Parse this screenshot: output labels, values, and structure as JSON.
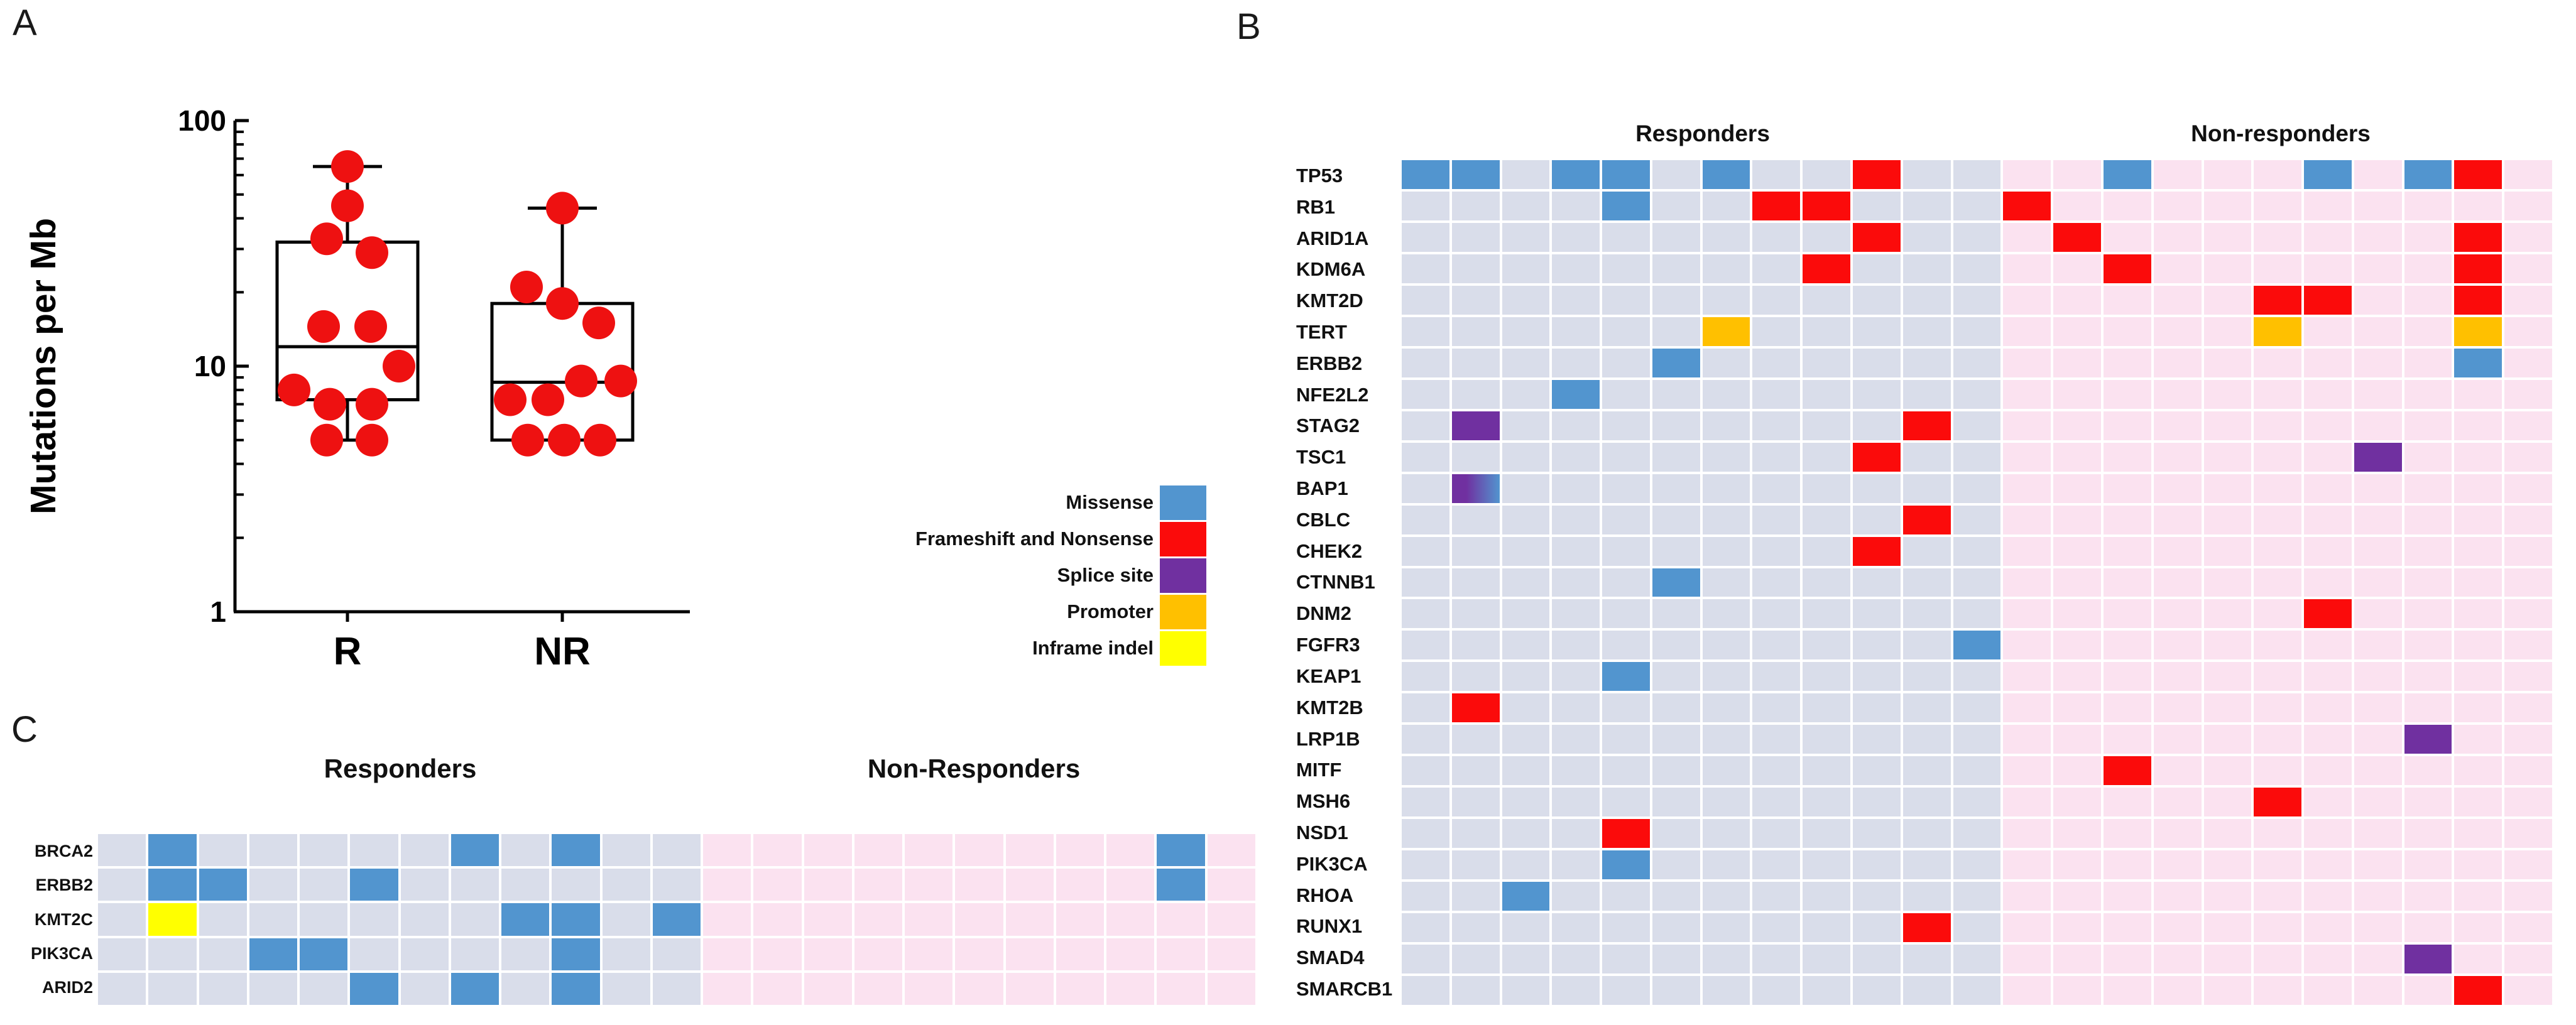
{
  "figure": {
    "panel_a_label": "A",
    "panel_b_label": "B",
    "panel_c_label": "C"
  },
  "legend": {
    "items": [
      {
        "key": "M",
        "label": "Missense",
        "color": "#5295CF"
      },
      {
        "key": "F",
        "label": "Frameshift and Nonsense",
        "color": "#FB0B0B"
      },
      {
        "key": "S",
        "label": "Splice site",
        "color": "#7030A0"
      },
      {
        "key": "P",
        "label": "Promoter",
        "color": "#FFC000"
      },
      {
        "key": "Y",
        "label": "Inframe indel",
        "color": "#FFFF00"
      }
    ]
  },
  "panel_b": {
    "header_left": "Responders",
    "header_right": "Non-responders"
  },
  "panel_c": {
    "header_left": "Responders",
    "header_right": "Non-Responders"
  },
  "colors": {
    "responder_bg": "#D9DDEA",
    "nonresponder_bg": "#FBE2F0",
    "gradient_splice_missense": [
      "#7030A0",
      "#5295CF"
    ],
    "point_red": "#EE1111",
    "axis_black": "#000000"
  },
  "chart_data": [
    {
      "id": "panel_a",
      "type": "scatter",
      "subtype": "box-and-dot-plot",
      "title": "",
      "xlabel": "",
      "ylabel": "Mutations per Mb",
      "yscale": "log",
      "ylim": [
        1,
        100
      ],
      "yticks": [
        100,
        10,
        1
      ],
      "categories": [
        "R",
        "NR"
      ],
      "series": [
        {
          "name": "R",
          "values": [
            65,
            45,
            33,
            29,
            14.5,
            14.5,
            10,
            8,
            7,
            7,
            5,
            5
          ],
          "jitter": [
            0,
            0,
            -33,
            39,
            -38,
            37,
            82,
            -85,
            -28,
            39,
            -33,
            39
          ],
          "box": {
            "whisker_low": 5,
            "q1": 7.3,
            "median": 12,
            "q3": 32,
            "whisker_high": 65
          }
        },
        {
          "name": "NR",
          "values": [
            44,
            21,
            18,
            15,
            8.7,
            8.7,
            7.3,
            7.3,
            5,
            5,
            5
          ],
          "jitter": [
            0,
            -57,
            0,
            58,
            30,
            93,
            -83,
            -23,
            -55,
            3,
            60
          ],
          "box": {
            "whisker_low": 5,
            "q1": 5,
            "median": 8.6,
            "q3": 18,
            "whisker_high": 44
          }
        }
      ]
    },
    {
      "id": "panel_b",
      "type": "heatmap",
      "subtype": "oncoprint",
      "group_headers": [
        "Responders",
        "Non-responders"
      ],
      "n_responder_columns": 12,
      "n_nonresponder_columns": 11,
      "mutation_types": {
        "M": "Missense",
        "F": "Frameshift and Nonsense",
        "S": "Splice site",
        "P": "Promoter",
        "Y": "Inframe indel",
        "G": "Splice site + Missense"
      },
      "genes": [
        "TP53",
        "RB1",
        "ARID1A",
        "KDM6A",
        "KMT2D",
        "TERT",
        "ERBB2",
        "NFE2L2",
        "STAG2",
        "TSC1",
        "BAP1",
        "CBLC",
        "CHEK2",
        "CTNNB1",
        "DNM2",
        "FGFR3",
        "KEAP1",
        "KMT2B",
        "LRP1B",
        "MITF",
        "MSH6",
        "NSD1",
        "PIK3CA",
        "RHOA",
        "RUNX1",
        "SMAD4",
        "SMARCB1"
      ],
      "mutations": [
        [
          0,
          0,
          "M"
        ],
        [
          0,
          1,
          "M"
        ],
        [
          0,
          3,
          "M"
        ],
        [
          0,
          4,
          "M"
        ],
        [
          0,
          6,
          "M"
        ],
        [
          0,
          9,
          "F"
        ],
        [
          0,
          14,
          "M"
        ],
        [
          0,
          18,
          "M"
        ],
        [
          0,
          20,
          "M"
        ],
        [
          0,
          21,
          "F"
        ],
        [
          1,
          4,
          "M"
        ],
        [
          1,
          7,
          "F"
        ],
        [
          1,
          8,
          "F"
        ],
        [
          1,
          12,
          "F"
        ],
        [
          2,
          9,
          "F"
        ],
        [
          2,
          13,
          "F"
        ],
        [
          2,
          21,
          "F"
        ],
        [
          3,
          8,
          "F"
        ],
        [
          3,
          14,
          "F"
        ],
        [
          3,
          21,
          "F"
        ],
        [
          4,
          17,
          "F"
        ],
        [
          4,
          18,
          "F"
        ],
        [
          4,
          21,
          "F"
        ],
        [
          5,
          6,
          "P"
        ],
        [
          5,
          17,
          "P"
        ],
        [
          5,
          21,
          "P"
        ],
        [
          6,
          5,
          "M"
        ],
        [
          6,
          21,
          "M"
        ],
        [
          7,
          3,
          "M"
        ],
        [
          8,
          1,
          "S"
        ],
        [
          8,
          10,
          "F"
        ],
        [
          9,
          9,
          "F"
        ],
        [
          9,
          19,
          "S"
        ],
        [
          10,
          1,
          "G"
        ],
        [
          11,
          10,
          "F"
        ],
        [
          12,
          9,
          "F"
        ],
        [
          13,
          5,
          "M"
        ],
        [
          14,
          18,
          "F"
        ],
        [
          15,
          11,
          "M"
        ],
        [
          16,
          4,
          "M"
        ],
        [
          17,
          1,
          "F"
        ],
        [
          18,
          20,
          "S"
        ],
        [
          19,
          14,
          "F"
        ],
        [
          20,
          17,
          "F"
        ],
        [
          21,
          4,
          "F"
        ],
        [
          22,
          4,
          "M"
        ],
        [
          23,
          2,
          "M"
        ],
        [
          24,
          10,
          "F"
        ],
        [
          25,
          20,
          "S"
        ],
        [
          26,
          21,
          "F"
        ]
      ]
    },
    {
      "id": "panel_c",
      "type": "heatmap",
      "subtype": "oncoprint",
      "group_headers": [
        "Responders",
        "Non-Responders"
      ],
      "n_responder_columns": 12,
      "n_nonresponder_columns": 11,
      "mutation_types": {
        "M": "Missense",
        "Y": "Inframe indel"
      },
      "genes": [
        "BRCA2",
        "ERBB2",
        "KMT2C",
        "PIK3CA",
        "ARID2"
      ],
      "mutations": [
        [
          0,
          1,
          "M"
        ],
        [
          0,
          7,
          "M"
        ],
        [
          0,
          9,
          "M"
        ],
        [
          0,
          21,
          "M"
        ],
        [
          1,
          1,
          "M"
        ],
        [
          1,
          2,
          "M"
        ],
        [
          1,
          5,
          "M"
        ],
        [
          1,
          21,
          "M"
        ],
        [
          2,
          1,
          "Y"
        ],
        [
          2,
          8,
          "M"
        ],
        [
          2,
          9,
          "M"
        ],
        [
          2,
          11,
          "M"
        ],
        [
          3,
          3,
          "M"
        ],
        [
          3,
          4,
          "M"
        ],
        [
          3,
          9,
          "M"
        ],
        [
          4,
          5,
          "M"
        ],
        [
          4,
          7,
          "M"
        ],
        [
          4,
          9,
          "M"
        ]
      ]
    }
  ]
}
